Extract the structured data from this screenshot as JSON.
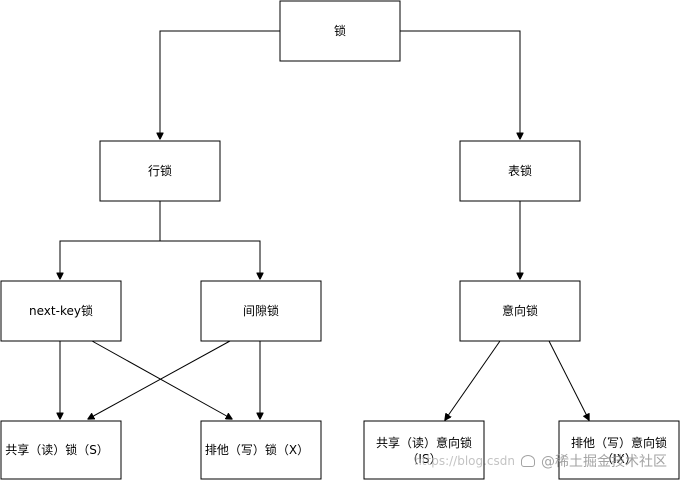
{
  "nodes": {
    "lock": "锁",
    "row_lock": "行锁",
    "table_lock": "表锁",
    "next_key_lock": "next-key锁",
    "gap_lock": "间隙锁",
    "intention_lock": "意向锁",
    "shared_lock": "共享（读）锁（S）",
    "exclusive_lock": "排他（写）锁（X）",
    "intention_shared_line1": "共享（读）意向锁",
    "intention_shared_line2": "（IS）",
    "intention_exclusive_line1": "排他（写）意向锁",
    "intention_exclusive_line2": "（IX）"
  },
  "watermark": {
    "url": "https://blog.csdn",
    "brand": "@稀土掘金技术社区"
  }
}
